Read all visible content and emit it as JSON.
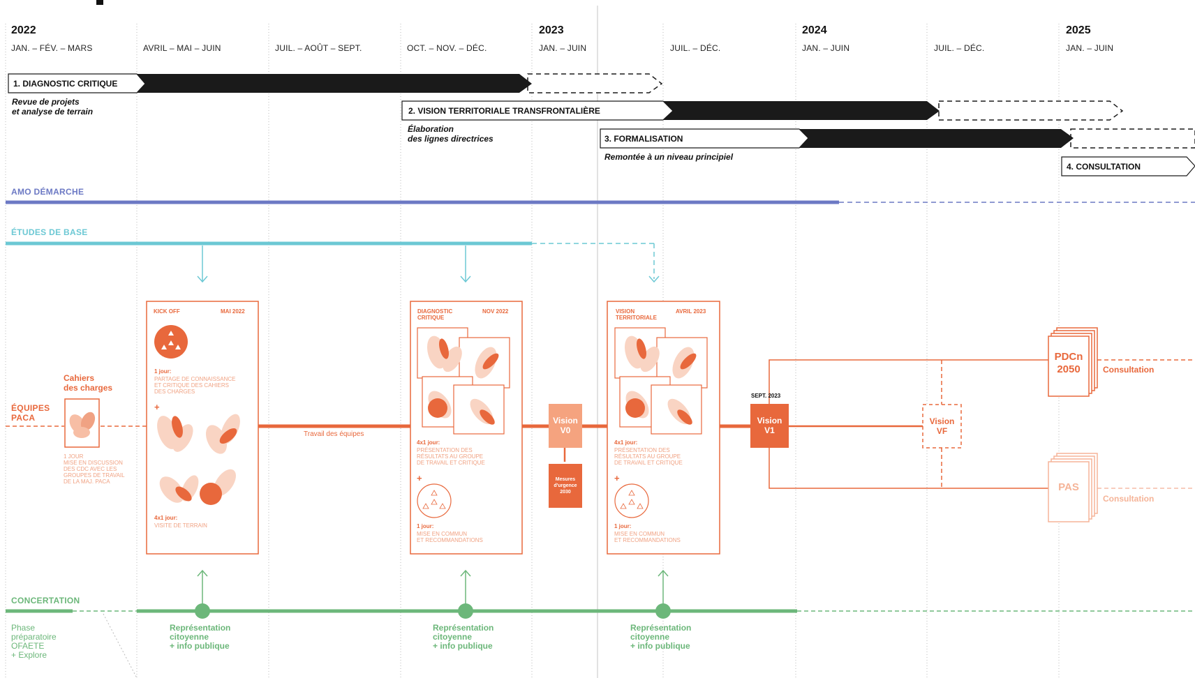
{
  "header": {
    "years": [
      "2022",
      "2023",
      "2024",
      "2025"
    ],
    "periods": [
      "JAN. – FÉV. – MARS",
      "AVRIL – MAI – JUIN",
      "JUIL. – AOÛT – SEPT.",
      "OCT. – NOV. – DÉC.",
      "JAN. – JUIN",
      "JUIL. – DÉC.",
      "JAN. – JUIN",
      "JUIL. – DÉC.",
      "JAN. – JUIN"
    ]
  },
  "phases": {
    "p1": {
      "label": "1. DIAGNOSTIC CRITIQUE",
      "desc1": "Revue de projets",
      "desc2": "et analyse de terrain"
    },
    "p2": {
      "label": "2. VISION TERRITORIALE TRANSFRONTALIÈRE",
      "desc1": "Élaboration",
      "desc2": "des lignes directrices"
    },
    "p3": {
      "label": "3. FORMALISATION",
      "desc1": "Remontée à un niveau principiel"
    },
    "p4": {
      "label": "4. CONSULTATION"
    }
  },
  "tracks": {
    "amo": "AMO DÉMARCHE",
    "etudes": "ÉTUDES DE BASE",
    "equipes": "ÉQUIPES PACA",
    "concertation": "CONCERTATION"
  },
  "equipes": {
    "cahiers_1": "Cahiers",
    "cahiers_2": "des charges",
    "cahiers_note": [
      "1 JOUR",
      "MISE EN DISCUSSION",
      "DES CDC AVEC LES",
      "GROUPES DE TRAVAIL",
      "DE LA MAJ. PACA"
    ],
    "travail": "Travail des équipes"
  },
  "cards": {
    "kickoff": {
      "title": "KICK OFF",
      "date": "MAI 2022",
      "day1": "1 jour:",
      "note1": [
        "PARTAGE DE CONNAISSANCE",
        "ET CRITIQUE DES CAHIERS",
        "DES CHARGES"
      ],
      "day2": "4x1 jour:",
      "note2": [
        "VISITE DE TERRAIN"
      ]
    },
    "diagnostic": {
      "title1": "DIAGNOSTIC",
      "title2": "CRITIQUE",
      "date": "NOV 2022",
      "day1": "4x1 jour:",
      "note1": [
        "PRÉSENTATION DES",
        "RÉSULTATS AU GROUPE",
        "DE TRAVAIL ET CRITIQUE"
      ],
      "day2": "1 jour:",
      "note2": [
        "MISE EN COMMUN",
        "ET RECOMMANDATIONS"
      ]
    },
    "vision": {
      "title1": "VISION",
      "title2": "TERRITORIALE",
      "date": "AVRIL 2023",
      "day1": "4x1 jour:",
      "note1": [
        "PRÉSENTATION DES",
        "RÉSULTATS AU GROUPE",
        "DE TRAVAIL ET CRITIQUE"
      ],
      "day2": "1 jour:",
      "note2": [
        "MISE EN COMMUN",
        "ET RECOMMANDATIONS"
      ]
    }
  },
  "boxes": {
    "v0_1": "Vision",
    "v0_2": "V0",
    "mesures": [
      "Mesures",
      "d'urgence",
      "2030"
    ],
    "sept": "SEPT. 2023",
    "v1_1": "Vision",
    "v1_2": "V1",
    "vf_1": "Vision",
    "vf_2": "VF",
    "pdcn_1": "PDCn",
    "pdcn_2": "2050",
    "pas": "PAS",
    "consultation": "Consultation"
  },
  "concertation": {
    "prep": [
      "Phase",
      "préparatoire",
      "OFAETE",
      "+ Explore"
    ],
    "rep": [
      "Représentation",
      "citoyenne",
      "+ info publique"
    ]
  },
  "colors": {
    "black": "#1a1a1a",
    "amo": "#6c79c4",
    "etudes": "#6cc8d4",
    "orange": "#e8683c",
    "green": "#6cb77a"
  }
}
